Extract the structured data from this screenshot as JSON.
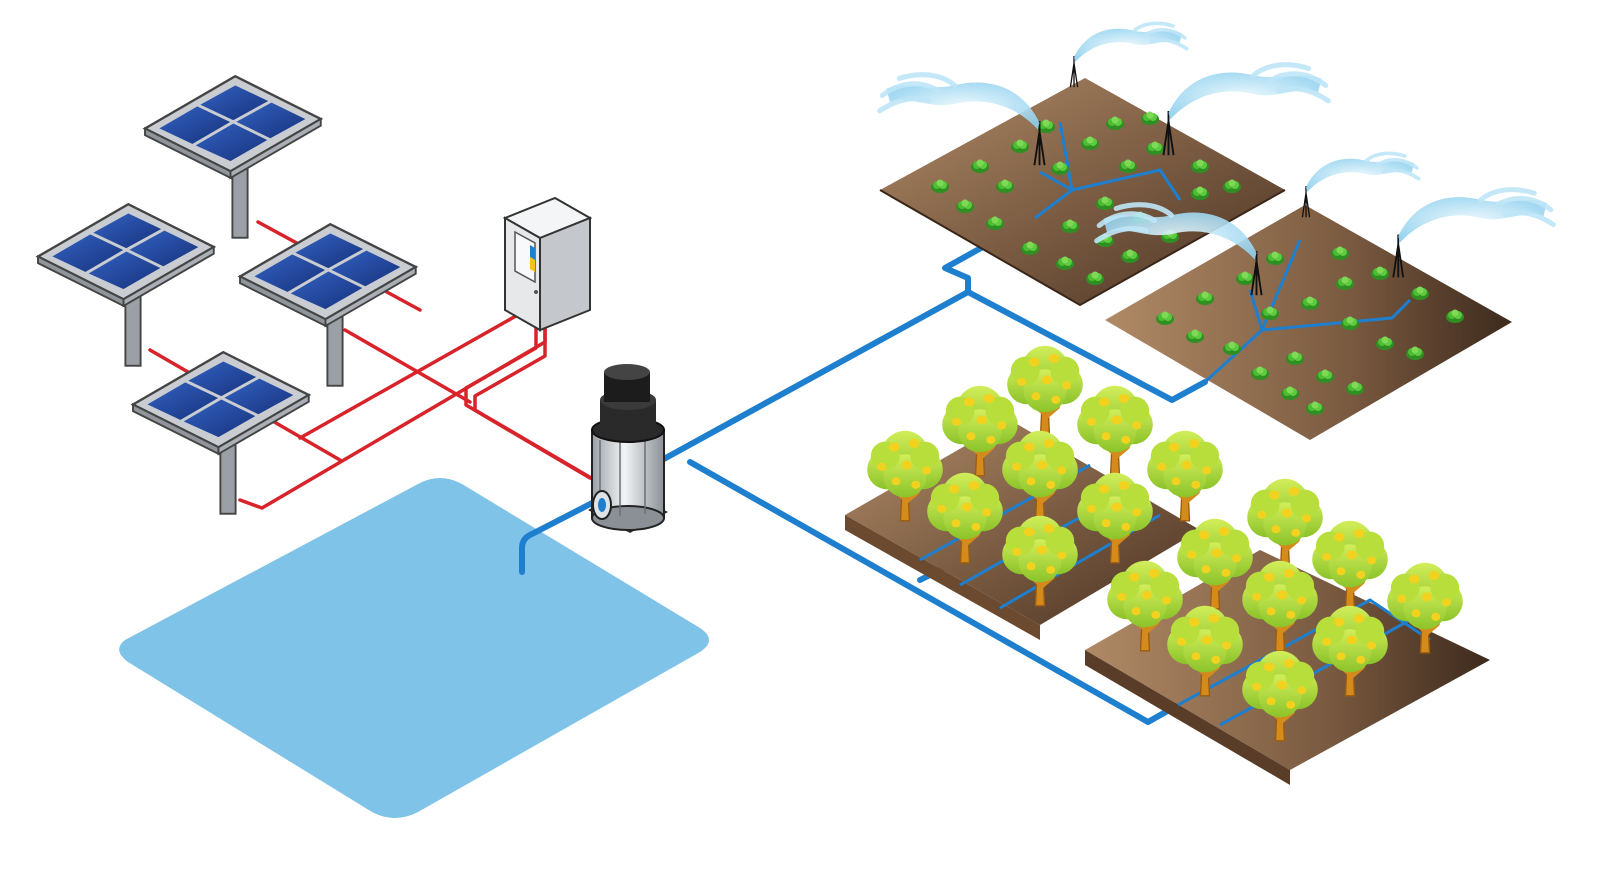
{
  "diagram": {
    "description_text": "",
    "colors": {
      "background": "#ffffff",
      "water": "#7fc3e8",
      "pipe": "#1f7fcf",
      "wire": "#d8232a",
      "panel_cell": "#1d3f8f",
      "panel_cell_light": "#3464c4",
      "panel_frame": "#c9cdd2",
      "post": "#9aa0a6",
      "soil_light": "#b08a66",
      "soil_dark": "#4a3222",
      "crop": "#3fae2a",
      "crop_light": "#7fd957",
      "tree_canopy": "#a9d634",
      "tree_canopy_light": "#c6e64a",
      "fruit": "#f2d21e",
      "trunk": "#d58a1c",
      "spray": "#a9dcf2",
      "pump_body": "#cfd3d6",
      "pump_motor": "#1c1c1c",
      "control_box": "#e6e8ea",
      "outline": "#222222"
    },
    "icons": {
      "solar_panel": "solar-panel-icon",
      "control_box": "control-box-icon",
      "pump": "water-pump-icon",
      "reservoir": "water-reservoir-icon",
      "sprinkler": "sprinkler-icon",
      "crop": "crop-plant-icon",
      "fruit_tree": "fruit-tree-icon"
    },
    "counts": {
      "solar_panels": 4,
      "sprinkler_fields": 2,
      "sprinklers_per_field": 3,
      "orchard_blocks": 2
    }
  }
}
